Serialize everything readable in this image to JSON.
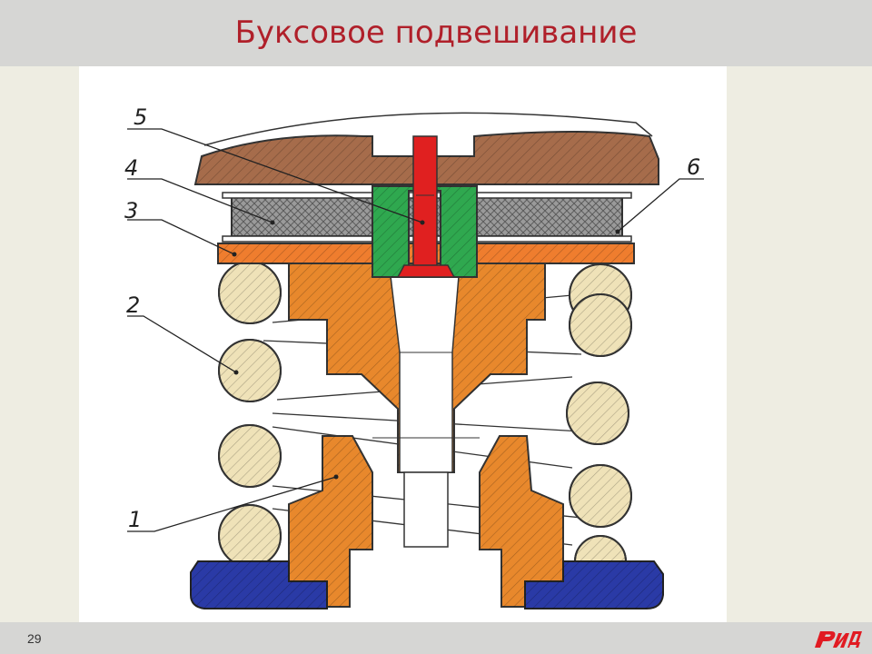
{
  "slide": {
    "title": "Буксовое подвешивание",
    "page_number": "29"
  },
  "diagram": {
    "callouts": [
      "1",
      "2",
      "3",
      "4",
      "5",
      "6"
    ]
  },
  "logo": {
    "text": "РЖД",
    "color": "#e11b22"
  },
  "colors": {
    "title": "#b0202a",
    "frame": "#a66c4b",
    "pad": "#8a8a8a",
    "spacer": "#ef7d2e",
    "seat": "#e8882c",
    "bush": "#2fa84f",
    "bolt": "#e02020",
    "spring": "#efe2b8",
    "base": "#2a3aa6"
  }
}
